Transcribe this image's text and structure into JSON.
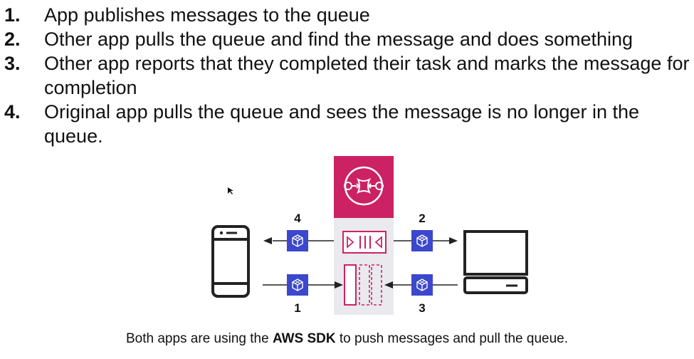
{
  "steps": [
    {
      "num": "1.",
      "text": "App publishes messages to the queue"
    },
    {
      "num": "2.",
      "text": "Other app pulls the queue and find the message and does something"
    },
    {
      "num": "3.",
      "text": "Other app reports that they completed their task and marks the message for completion"
    },
    {
      "num": "4.",
      "text": "Original app pulls the queue and sees the message is no longer in the queue."
    }
  ],
  "diagram": {
    "labels": {
      "top_left": "4",
      "top_right": "2",
      "bottom_left": "1",
      "bottom_right": "3"
    }
  },
  "caption": {
    "before": "Both apps are using the ",
    "bold": "AWS SDK",
    "after": " to push messages and pull the queue."
  },
  "colors": {
    "sqs_brand": "#cc2264",
    "sdk_blue": "#3b48cc",
    "queue_panel": "#e9e9ee",
    "line": "#222222"
  },
  "icons": [
    "sqs-service-icon",
    "phone-icon",
    "laptop-icon",
    "sdk-cube-icon",
    "queue-message-icon",
    "cursor-icon"
  ]
}
